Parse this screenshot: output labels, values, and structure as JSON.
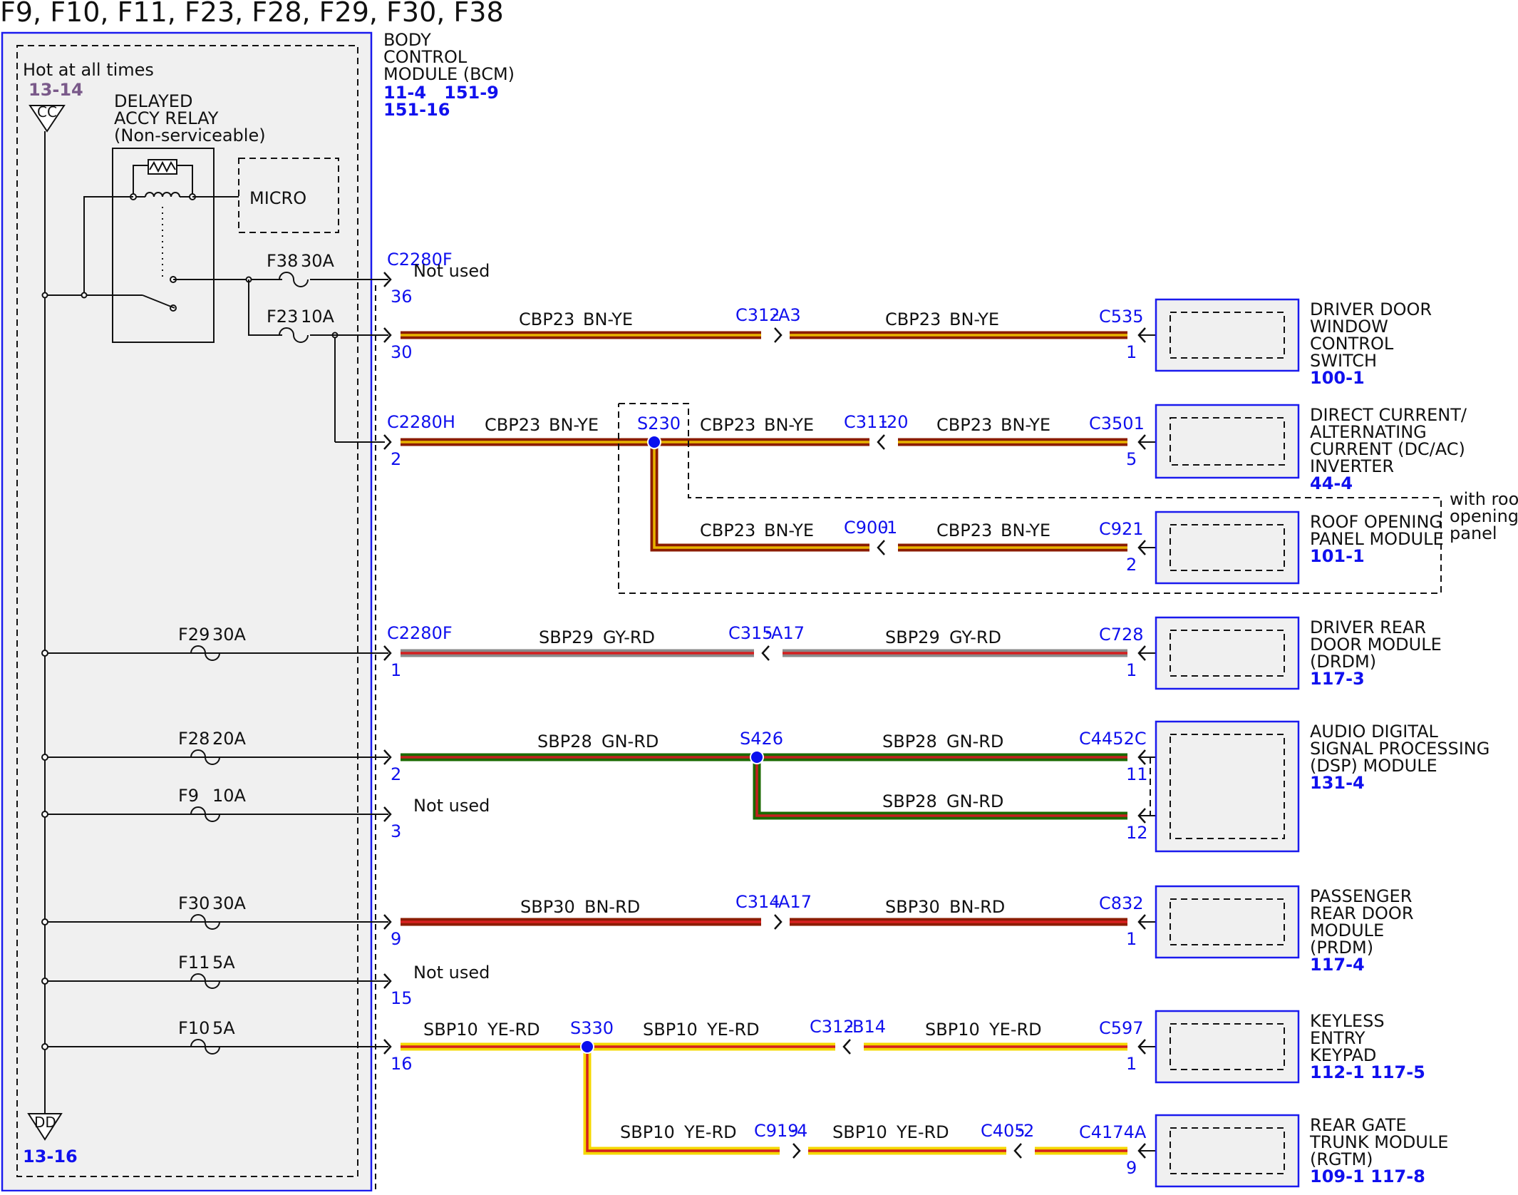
{
  "page_title": "F9, F10, F11, F23, F28, F29, F30, F38",
  "bcm": {
    "name_lines": [
      "BODY",
      "CONTROL",
      "MODULE (BCM)"
    ],
    "refs_line1": "11-4   151-9",
    "refs_line2": "151-16",
    "hot_label": "Hot at all times",
    "hot_ref": "13-14",
    "cc_label": "CC",
    "dd_label": "DD",
    "dd_ref": "13-16",
    "relay_lines": [
      "DELAYED",
      "ACCY RELAY",
      "(Non-serviceable)"
    ],
    "micro_label": "MICRO"
  },
  "fuses": [
    {
      "name": "F38",
      "rating": "30A"
    },
    {
      "name": "F23",
      "rating": "10A"
    },
    {
      "name": "F29",
      "rating": "30A"
    },
    {
      "name": "F28",
      "rating": "20A"
    },
    {
      "name": "F9",
      "rating": "10A"
    },
    {
      "name": "F30",
      "rating": "30A"
    },
    {
      "name": "F11",
      "rating": "5A"
    },
    {
      "name": "F10",
      "rating": "5A"
    }
  ],
  "bcm_pins": [
    {
      "connector": "C2280F",
      "pin": "36",
      "note": "Not used"
    },
    {
      "connector": "",
      "pin": "30",
      "note": ""
    },
    {
      "connector": "C2280H",
      "pin": "2",
      "note": ""
    },
    {
      "connector": "C2280F",
      "pin": "1",
      "note": ""
    },
    {
      "connector": "",
      "pin": "2",
      "note": ""
    },
    {
      "connector": "",
      "pin": "3",
      "note": "Not used"
    },
    {
      "connector": "",
      "pin": "9",
      "note": ""
    },
    {
      "connector": "",
      "pin": "15",
      "note": "Not used"
    },
    {
      "connector": "",
      "pin": "16",
      "note": ""
    }
  ],
  "wire_labels": [
    {
      "circuit": "CBP23",
      "color": "BN-YE"
    },
    {
      "circuit": "SBP29",
      "color": "GY-RD"
    },
    {
      "circuit": "SBP28",
      "color": "GN-RD"
    },
    {
      "circuit": "SBP30",
      "color": "BN-RD"
    },
    {
      "circuit": "SBP10",
      "color": "YE-RD"
    }
  ],
  "inline_connectors": [
    {
      "name": "C312",
      "pin": "A3"
    },
    {
      "name": "C311",
      "pin": "20"
    },
    {
      "name": "C900",
      "pin": "1"
    },
    {
      "name": "C315",
      "pin": "A17"
    },
    {
      "name": "C314",
      "pin": "A17"
    },
    {
      "name": "C312",
      "pin": "B14"
    },
    {
      "name": "C919",
      "pin": "4"
    },
    {
      "name": "C405",
      "pin": "2"
    }
  ],
  "splices": [
    "S230",
    "S426",
    "S330"
  ],
  "modules": [
    {
      "connector": "C535",
      "pins": [
        "1"
      ],
      "name_lines": [
        "DRIVER DOOR",
        "WINDOW",
        "CONTROL",
        "SWITCH"
      ],
      "ref": "100-1"
    },
    {
      "connector": "C3501",
      "pins": [
        "5"
      ],
      "name_lines": [
        "DIRECT CURRENT/",
        "ALTERNATING",
        "CURRENT (DC/AC)",
        "INVERTER"
      ],
      "ref": "44-4"
    },
    {
      "connector": "C921",
      "pins": [
        "2"
      ],
      "name_lines": [
        "ROOF OPENING",
        "PANEL MODULE"
      ],
      "ref": "101-1"
    },
    {
      "connector": "C728",
      "pins": [
        "1"
      ],
      "name_lines": [
        "DRIVER REAR",
        "DOOR MODULE",
        "(DRDM)"
      ],
      "ref": "117-3"
    },
    {
      "connector": "C4452C",
      "pins": [
        "11",
        "12"
      ],
      "name_lines": [
        "AUDIO DIGITAL",
        "SIGNAL PROCESSING",
        "(DSP) MODULE"
      ],
      "ref": "131-4"
    },
    {
      "connector": "C832",
      "pins": [
        "1"
      ],
      "name_lines": [
        "PASSENGER",
        "REAR DOOR",
        "MODULE",
        "(PRDM)"
      ],
      "ref": "117-4"
    },
    {
      "connector": "C597",
      "pins": [
        "1"
      ],
      "name_lines": [
        "KEYLESS",
        "ENTRY",
        "KEYPAD"
      ],
      "ref": "112-1 117-5"
    },
    {
      "connector": "C4174A",
      "pins": [
        "9"
      ],
      "name_lines": [
        "REAR GATE",
        "TRUNK MODULE",
        "(RGTM)"
      ],
      "ref": "109-1 117-8"
    }
  ],
  "option_note_lines": [
    "with roof",
    "opening",
    "panel"
  ],
  "colors": {
    "bn_ye": [
      "#8b1c00",
      "#e8b400"
    ],
    "gy_rd": [
      "#8a8a8a",
      "#d42020"
    ],
    "gn_rd": [
      "#1a6a00",
      "#c42020"
    ],
    "bn_rd": [
      "#8b1c00",
      "#d82020"
    ],
    "ye_rd": [
      "#f5d800",
      "#d42020"
    ],
    "bcm_box": "#1a1aee",
    "splice": "#0a10ee",
    "label_blue": "#1010ee",
    "ref_purple": "#7a5a8a",
    "panel_fill": "#f0f0f0"
  }
}
